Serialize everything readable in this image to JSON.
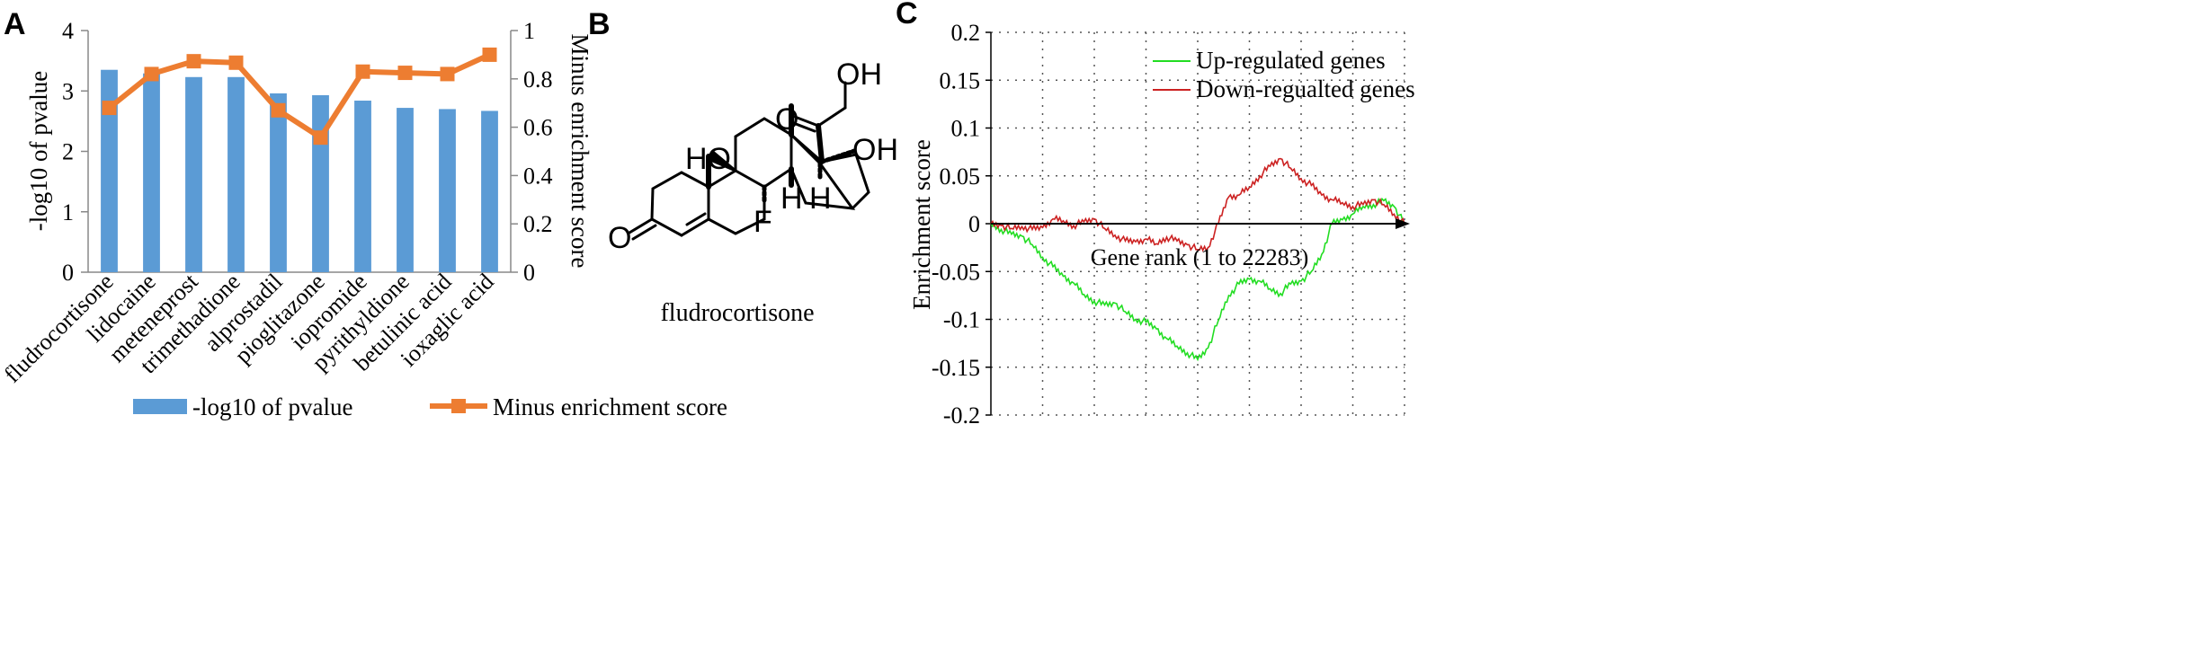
{
  "panel_labels": {
    "a": "A",
    "b": "B",
    "c": "C"
  },
  "colors": {
    "bar": "#5B9BD5",
    "line": "#ED7D31",
    "up": "#22DD22",
    "down": "#CC2222",
    "axis": "#000000"
  },
  "chart_data": [
    {
      "type": "bar",
      "categories": [
        "fludrocortisone",
        "lidocaine",
        "meteneprost",
        "trimethadione",
        "alprostadil",
        "pioglitazone",
        "iopromide",
        "pyrithyldione",
        "betulinic acid",
        "ioxaglic acid"
      ],
      "series": [
        {
          "name": "-log10 of pvalue",
          "type": "bar",
          "axis": "left",
          "values": [
            3.35,
            3.29,
            3.23,
            3.23,
            2.96,
            2.93,
            2.84,
            2.72,
            2.7,
            2.67
          ]
        },
        {
          "name": "Minus enrichment score",
          "type": "line",
          "axis": "right",
          "values": [
            0.68,
            0.82,
            0.873,
            0.867,
            0.67,
            0.557,
            0.83,
            0.825,
            0.82,
            0.9
          ]
        }
      ],
      "ylabel": "-log10 of pvalue",
      "y2label": "Minus enrichment score",
      "ylim": [
        0,
        4
      ],
      "y2lim": [
        0,
        1
      ],
      "yticks": [
        "0",
        "1",
        "2",
        "3",
        "4"
      ],
      "y2ticks": [
        "0",
        "0.2",
        "0.4",
        "0.6",
        "0.8",
        "1"
      ],
      "legend_position": "bottom"
    },
    {
      "type": "line",
      "xlabel": "Gene rank (1 to 22283)",
      "ylabel": "Enrichment score",
      "xlim": [
        1,
        22283
      ],
      "ylim": [
        -0.2,
        0.2
      ],
      "yticks": [
        "0.2",
        "0.15",
        "0.1",
        "0.05",
        "0",
        "-0.05",
        "-0.1",
        "-0.15",
        "-0.2"
      ],
      "grid": true,
      "legend_position": "top-right",
      "series": [
        {
          "name": "Up-regulated genes",
          "x": [
            1,
            557,
            1114,
            1671,
            2228,
            2785,
            3342,
            3899,
            4456,
            5013,
            5570,
            6127,
            6684,
            7241,
            7798,
            8355,
            8912,
            9469,
            10026,
            10583,
            11140,
            11697,
            12254,
            12811,
            13368,
            13925,
            14482,
            15039,
            15596,
            16153,
            16710,
            17267,
            17824,
            18381,
            18938,
            19495,
            20052,
            20609,
            21166,
            21723,
            22283
          ],
          "y": [
            0,
            -0.006,
            -0.011,
            -0.013,
            -0.022,
            -0.035,
            -0.045,
            -0.055,
            -0.062,
            -0.074,
            -0.081,
            -0.085,
            -0.083,
            -0.092,
            -0.1,
            -0.103,
            -0.11,
            -0.12,
            -0.128,
            -0.135,
            -0.142,
            -0.13,
            -0.101,
            -0.075,
            -0.063,
            -0.058,
            -0.06,
            -0.068,
            -0.073,
            -0.063,
            -0.06,
            -0.05,
            -0.032,
            0,
            0.004,
            0.01,
            0.018,
            0.02,
            0.024,
            0.018,
            0
          ]
        },
        {
          "name": "Down-regualted genes",
          "x": [
            1,
            557,
            1114,
            1671,
            2228,
            2785,
            3342,
            3899,
            4456,
            5013,
            5570,
            6127,
            6684,
            7241,
            7798,
            8355,
            8912,
            9469,
            10026,
            10583,
            11140,
            11697,
            12254,
            12811,
            13368,
            13925,
            14482,
            15039,
            15596,
            16153,
            16710,
            17267,
            17824,
            18381,
            18938,
            19495,
            20052,
            20609,
            21166,
            21723,
            22283
          ],
          "y": [
            0,
            -0.002,
            -0.005,
            -0.003,
            -0.006,
            -0.004,
            0.005,
            0.003,
            -0.002,
            0.002,
            0.005,
            -0.005,
            -0.012,
            -0.018,
            -0.019,
            -0.016,
            -0.021,
            -0.014,
            -0.018,
            -0.022,
            -0.027,
            -0.025,
            0,
            0.028,
            0.03,
            0.038,
            0.05,
            0.06,
            0.068,
            0.058,
            0.047,
            0.04,
            0.03,
            0.025,
            0.022,
            0.018,
            0.02,
            0.025,
            0.02,
            0.01,
            0
          ]
        }
      ]
    }
  ],
  "molecule": {
    "name": "fludrocortisone",
    "labels": {
      "ho": "HO",
      "oh_top": "OH",
      "oh_right": "OH",
      "o_ketone": "O",
      "o_side": "O",
      "f": "F",
      "h1": "H",
      "h2": "H"
    }
  }
}
